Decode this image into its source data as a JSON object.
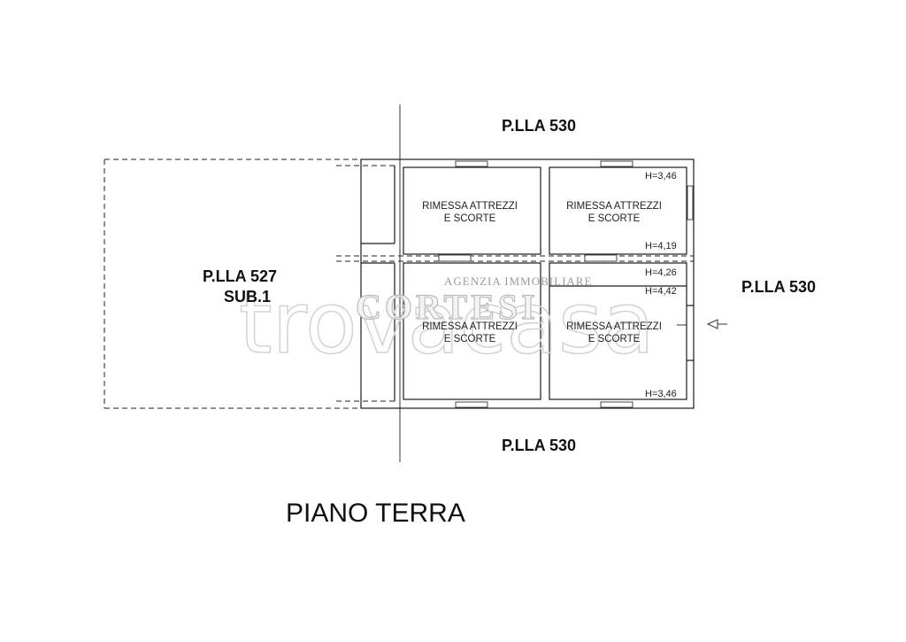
{
  "plots": {
    "north": "P.LLA 530",
    "east": "P.LLA 530",
    "south": "P.LLA 530",
    "west_line1": "P.LLA 527",
    "west_line2": "SUB.1"
  },
  "rooms": [
    {
      "line1": "RIMESSA ATTREZZI",
      "line2": "E SCORTE"
    },
    {
      "line1": "RIMESSA ATTREZZI",
      "line2": "E SCORTE"
    },
    {
      "line1": "RIMESSA ATTREZZI",
      "line2": "E SCORTE"
    },
    {
      "line1": "RIMESSA ATTREZZI",
      "line2": "E SCORTE"
    }
  ],
  "heights": {
    "h1": "H=3,46",
    "h2": "H=4,19",
    "h3": "H=4,26",
    "h4": "H=4,42",
    "h5": "H=3,46"
  },
  "floor_title": "PIANO TERRA",
  "watermark": {
    "site": "trovacasa",
    "agency": "AGENZIA IMMOBILIARE",
    "brand": "CORTESI"
  }
}
